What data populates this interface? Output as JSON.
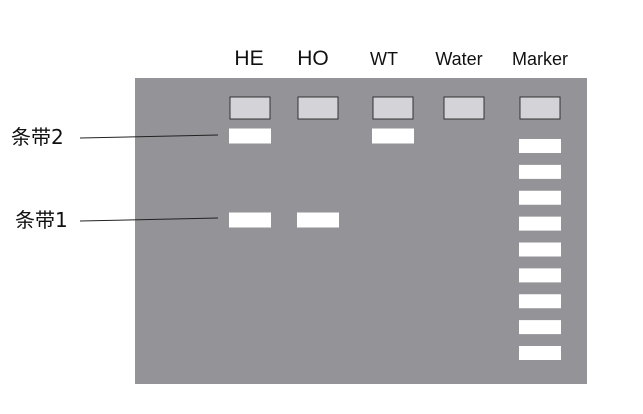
{
  "colors": {
    "gel": "#939398",
    "well": "#d4d4d8",
    "well_border": "#333333",
    "band": "#ffffff",
    "text": "#111111",
    "leader": "#222222"
  },
  "lanes": [
    {
      "id": "he",
      "label": "HE",
      "bands": [
        "band2",
        "band1"
      ]
    },
    {
      "id": "ho",
      "label": "HO",
      "bands": [
        "band1"
      ]
    },
    {
      "id": "wt",
      "label": "WT",
      "bands": [
        "band2"
      ]
    },
    {
      "id": "water",
      "label": "Water",
      "bands": []
    },
    {
      "id": "marker",
      "label": "Marker",
      "ladder_band_count": 9
    }
  ],
  "band_labels": {
    "band2": "条带2",
    "band1": "条带1"
  }
}
